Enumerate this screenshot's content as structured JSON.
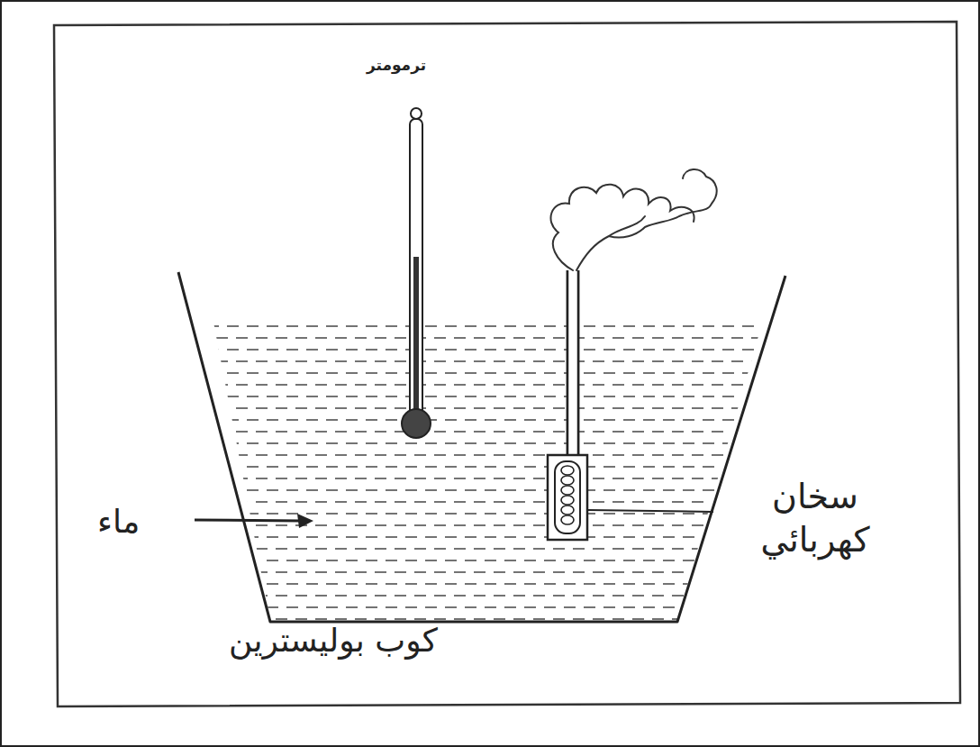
{
  "diagram": {
    "labels": [
      "ترمومتر",
      "ماء",
      "سخان كهربائي",
      "كوب بوليسترين"
    ]
  }
}
